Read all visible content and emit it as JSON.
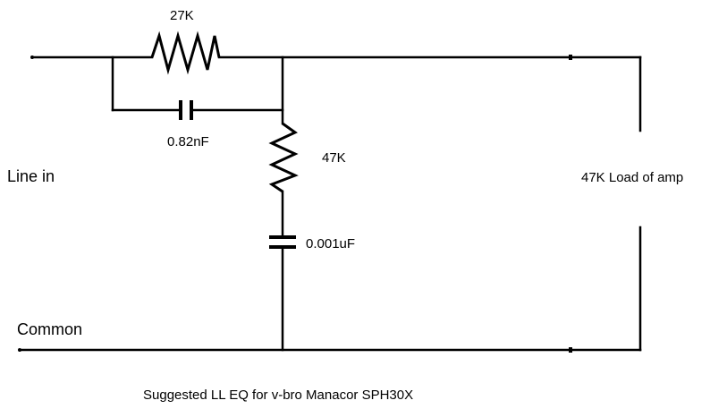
{
  "labels": {
    "r_series": "27K",
    "c_parallel": "0.82nF",
    "r_shunt": "47K",
    "c_shunt": "0.001uF",
    "line_in": "Line in",
    "common": "Common",
    "load": "47K Load of amp",
    "caption": "Suggested LL EQ for v-bro Manacor SPH30X"
  }
}
